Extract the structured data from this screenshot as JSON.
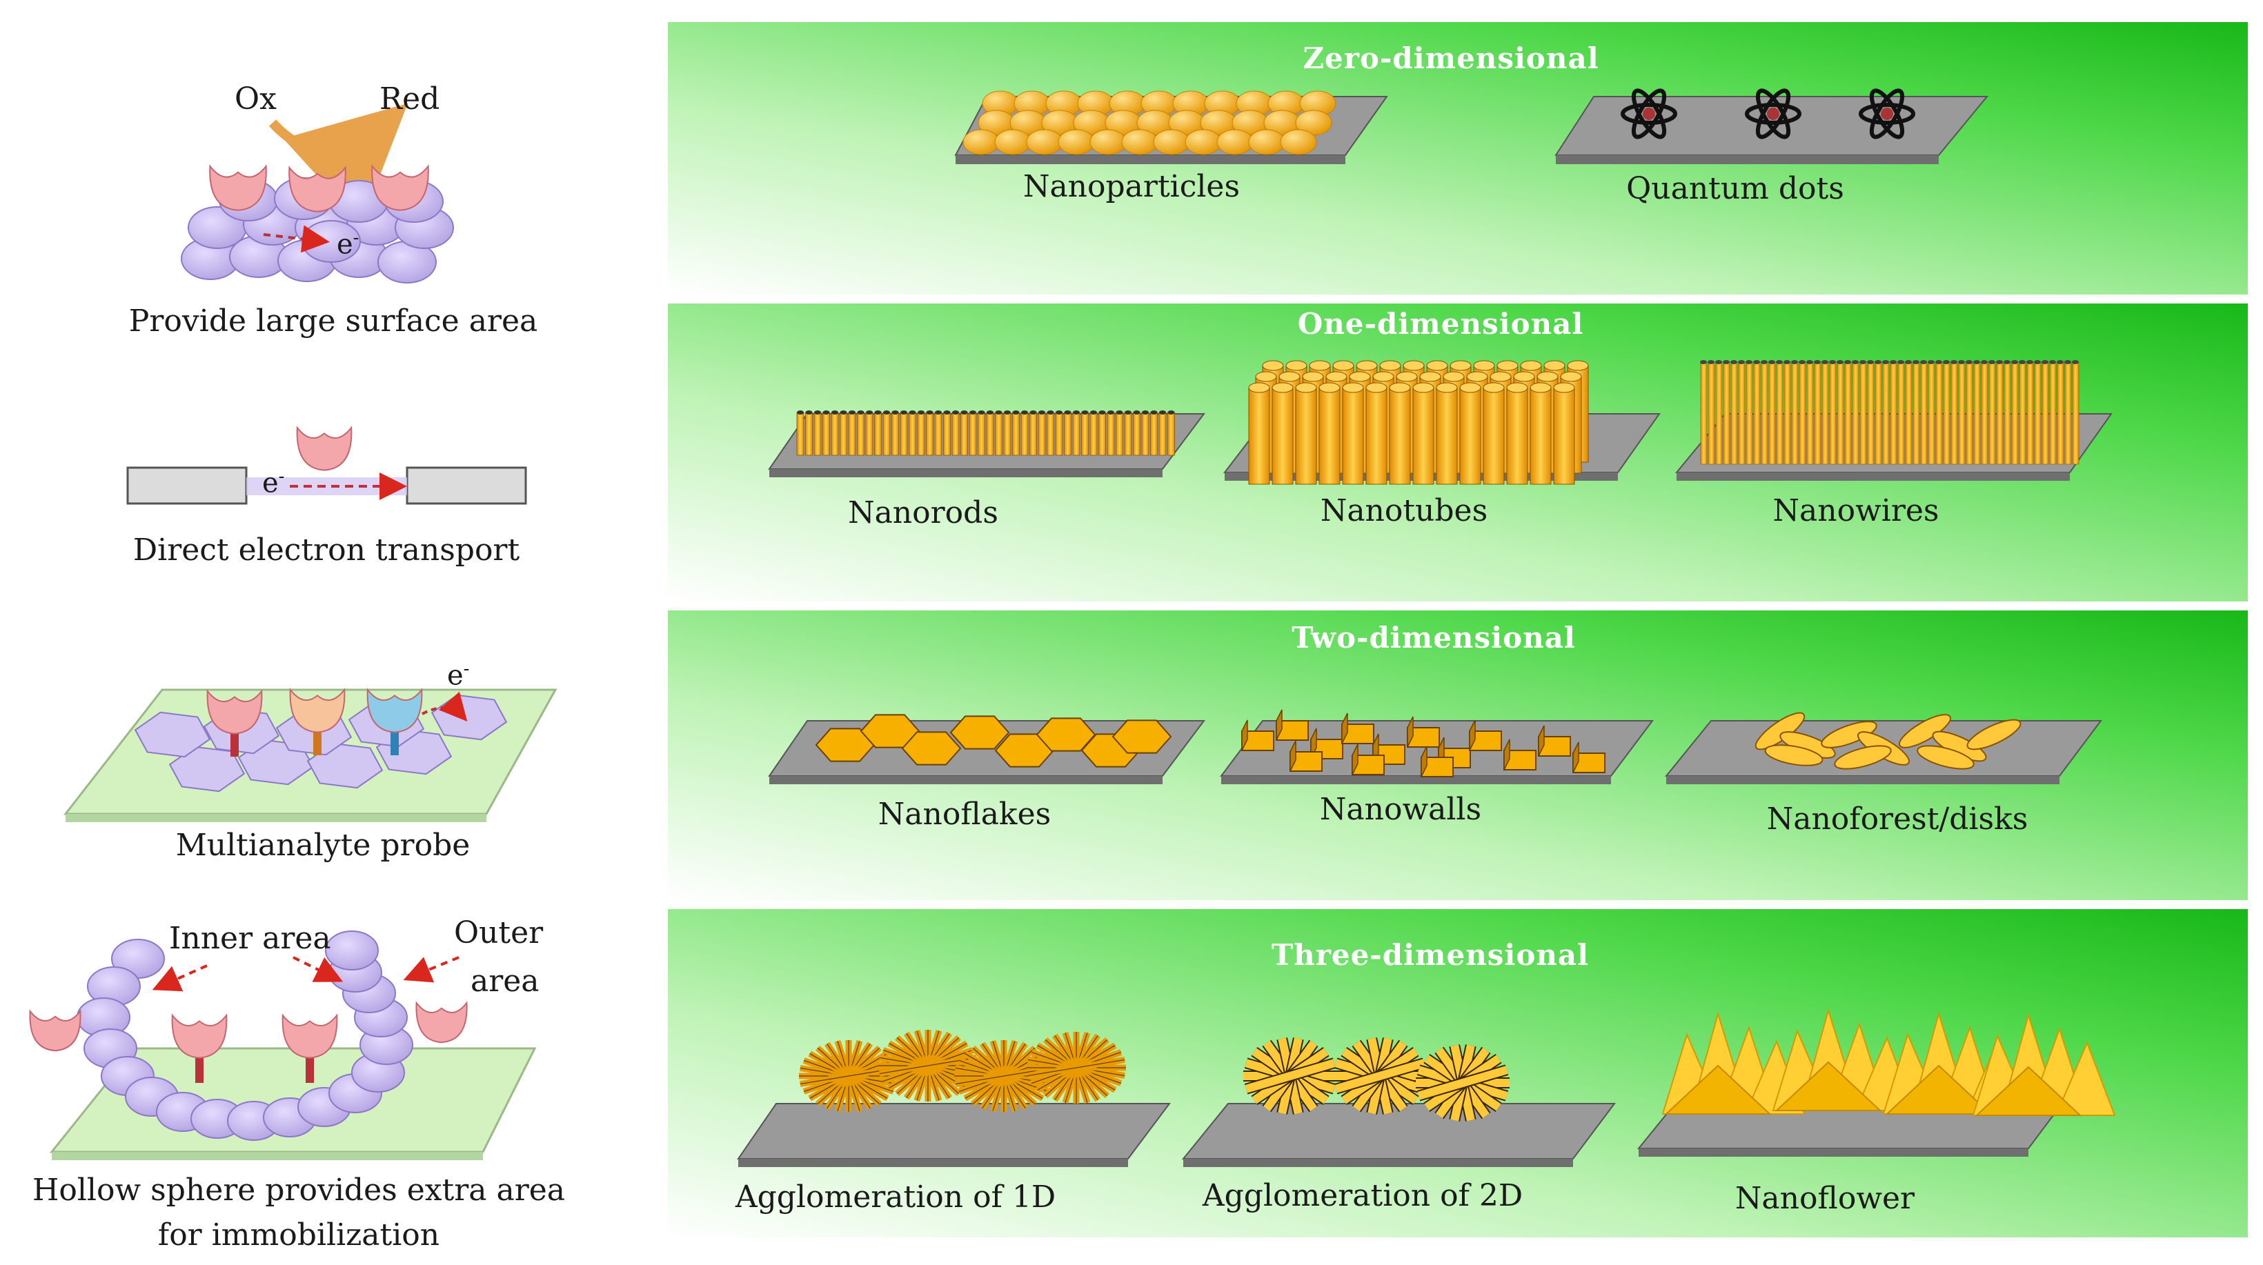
{
  "left": {
    "ox_label": "Ox",
    "red_label": "Red",
    "electron": "e",
    "electron_sup": "-",
    "caption1": "Provide large surface area",
    "caption2": "Direct electron transport",
    "caption3": "Multianalyte probe",
    "inner_area": "Inner area",
    "outer_area_1": "Outer",
    "outer_area_2": "area",
    "caption4_line1": "Hollow sphere provides extra area",
    "caption4_line2": "for immobilization"
  },
  "panels": [
    {
      "title": "Zero-dimensional",
      "items": [
        "Nanoparticles",
        "Quantum dots"
      ]
    },
    {
      "title": "One-dimensional",
      "items": [
        "Nanorods",
        "Nanotubes",
        "Nanowires"
      ]
    },
    {
      "title": "Two-dimensional",
      "items": [
        "Nanoflakes",
        "Nanowalls",
        "Nanoforest/disks"
      ]
    },
    {
      "title": "Three-dimensional",
      "items": [
        "Agglomeration of 1D",
        "Agglomeration of 2D",
        "Nanoflower"
      ]
    }
  ],
  "colors": {
    "panel_light": "#d8f7d2",
    "panel_dark": "#1fc21f",
    "nano_orange": "#f5b414",
    "lavender": "#c8b8ec",
    "pink_receptor": "#f4a7ab",
    "substrate_gray": "#8a8a8a"
  }
}
